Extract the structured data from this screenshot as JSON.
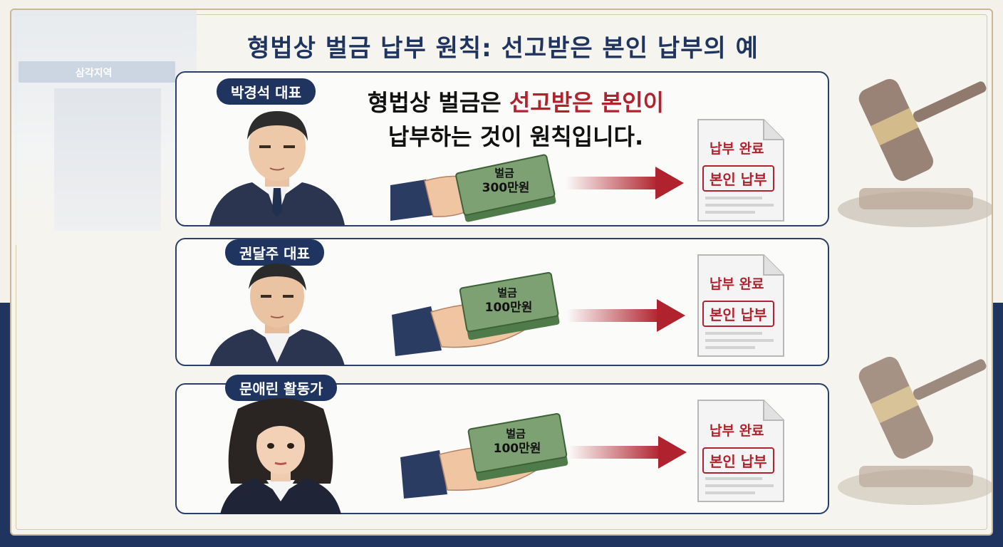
{
  "page": {
    "title": "형법상 벌금 납부 원칙: 선고받은 본인 납부의 예"
  },
  "background": {
    "station_sign": "삼각지역"
  },
  "principle": {
    "line1_prefix": "형법상 벌금은 ",
    "line1_highlight": "선고받은 본인이",
    "line2": "납부하는 것이 원칙입니다."
  },
  "rows": [
    {
      "name": "박경석 대표",
      "bill_label": "벌금",
      "amount": "300만원",
      "doc_title": "납부 완료",
      "stamp": "본인 납부"
    },
    {
      "name": "권달주 대표",
      "bill_label": "벌금",
      "amount": "100만원",
      "doc_title": "납부 완료",
      "stamp": "본인 납부"
    },
    {
      "name": "문애린 활동가",
      "bill_label": "벌금",
      "amount": "100만원",
      "doc_title": "납부 완료",
      "stamp": "본인 납부"
    }
  ],
  "colors": {
    "navy": "#1f3560",
    "accent_red": "#b0232e",
    "money_green": "#5f8a58"
  },
  "icons": {
    "gavel": "gavel-icon",
    "document": "document-icon",
    "arrow": "arrow-right-icon"
  }
}
